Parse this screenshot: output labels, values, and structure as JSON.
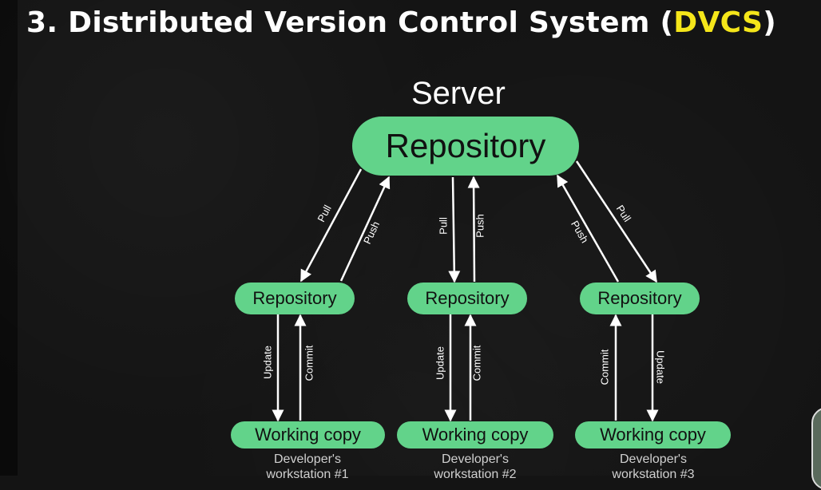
{
  "title": {
    "prefix": "3. Distributed Version Control System (",
    "highlight": "DVCS",
    "suffix": ")"
  },
  "server": {
    "label": "Server",
    "repository": "Repository"
  },
  "workstations": [
    {
      "repository": "Repository",
      "working_copy": "Working copy",
      "developer": "Developer's",
      "workstation": "workstation #1",
      "server_arrows": [
        "Pull",
        "Push"
      ],
      "local_arrows": [
        "Update",
        "Commit"
      ]
    },
    {
      "repository": "Repository",
      "working_copy": "Working copy",
      "developer": "Developer's",
      "workstation": "workstation #2",
      "server_arrows": [
        "Pull",
        "Push"
      ],
      "local_arrows": [
        "Update",
        "Commit"
      ]
    },
    {
      "repository": "Repository",
      "working_copy": "Working copy",
      "developer": "Developer's",
      "workstation": "workstation #3",
      "server_arrows": [
        "Push",
        "Pull"
      ],
      "local_arrows": [
        "Commit",
        "Update"
      ]
    }
  ],
  "colors": {
    "node": "#62d38a",
    "accent": "#f5e61a",
    "arrow": "#ffffff",
    "background": "#141414"
  }
}
